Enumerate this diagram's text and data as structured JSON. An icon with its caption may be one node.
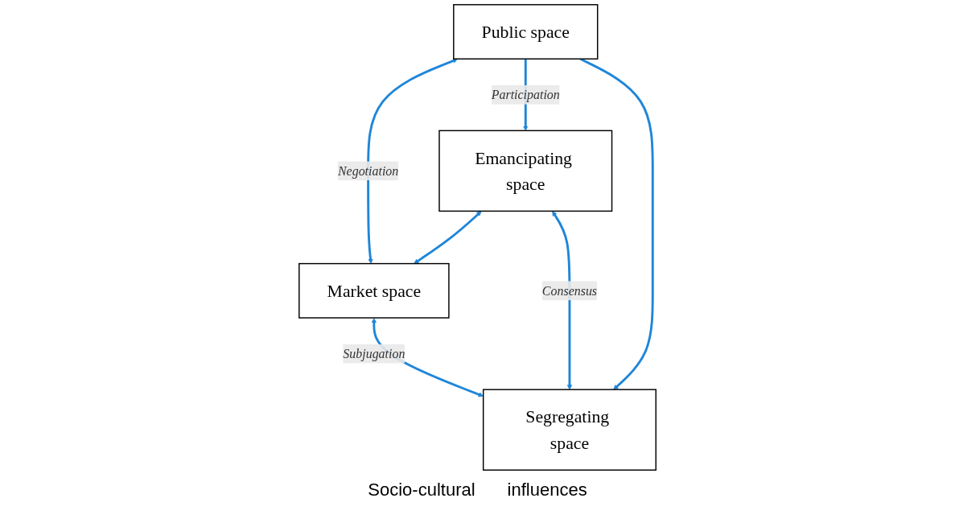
{
  "diagram": {
    "nodes": [
      {
        "text": [
          "Public space"
        ]
      },
      {
        "text": [
          "Market space"
        ]
      },
      {
        "text": [
          "Emancipating space"
        ]
      },
      {
        "text": [
          "Segregating space"
        ]
      }
    ],
    "edges": [
      {
        "from": 0,
        "to": 1,
        "arrow": "both",
        "label": "Negotiation"
      },
      {
        "from": 0,
        "to": 2,
        "arrow": "to",
        "label": "Participation"
      },
      {
        "from": 1,
        "to": 3,
        "arrow": "both",
        "label": "Subjugation"
      },
      {
        "from": 0,
        "to": 3,
        "arrow": "to"
      },
      {
        "from": 2,
        "to": 1,
        "arrow": "both"
      },
      {
        "from": 2,
        "to": 3,
        "arrow": "both",
        "label": "Consensus"
      }
    ],
    "labels": [
      "Socio-cultural",
      "influences"
    ]
  }
}
